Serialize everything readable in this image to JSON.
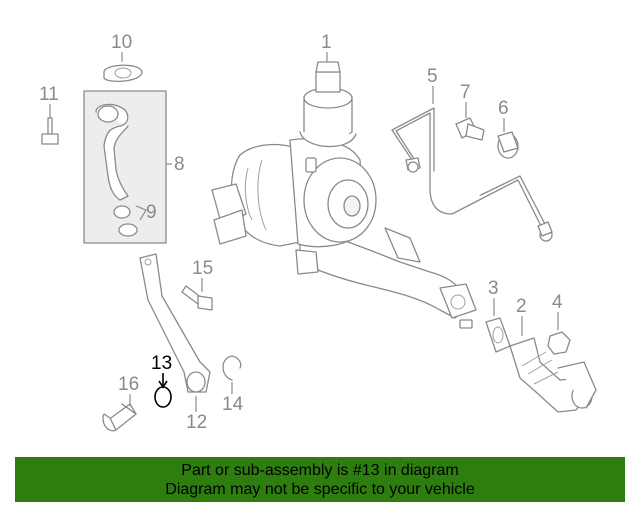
{
  "callouts": [
    "1",
    "2",
    "3",
    "4",
    "5",
    "6",
    "7",
    "8",
    "9",
    "10",
    "11",
    "12",
    "13",
    "14",
    "15",
    "16"
  ],
  "highlighted_callout": "13",
  "banner": {
    "line1": "Part or sub-assembly is #13 in diagram",
    "line2": "Diagram may not be specific to your vehicle",
    "background": "#2e7d0f"
  },
  "colors": {
    "parts": "#8a8a8a",
    "highlight": "#000000"
  }
}
